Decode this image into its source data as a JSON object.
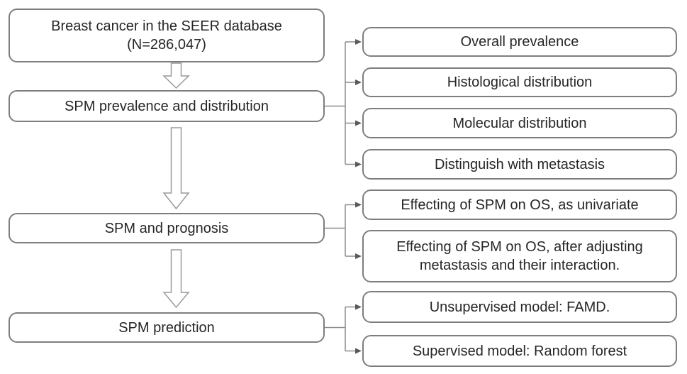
{
  "figure": {
    "title": "Study design flowchart: second primary malignancy (SPM) in breast cancer",
    "colors": {
      "background": "#ffffff",
      "box_fill": "#ffffff",
      "box_border": "#7e7e7e",
      "text": "#262626",
      "connector_line": "#8c8c8c",
      "connector_arrowhead": "#595959",
      "flow_arrow_fill": "#ffffff",
      "flow_arrow_outline": "#9a9a9a"
    },
    "main_flow": [
      {
        "label": "Breast cancer in the SEER database\n(N=286,047)"
      },
      {
        "label": "SPM prevalence and distribution"
      },
      {
        "label": "SPM and prognosis"
      },
      {
        "label": "SPM prediction"
      }
    ],
    "prevalence_outcomes": [
      "Overall prevalence",
      "Histological distribution",
      "Molecular distribution",
      "Distinguish with metastasis"
    ],
    "prognosis_outcomes": [
      "Effecting of SPM on OS, as univariate",
      "Effecting of SPM on OS, after adjusting metastasis and their interaction."
    ],
    "prediction_outcomes": [
      "Unsupervised model: FAMD.",
      "Supervised model: Random forest"
    ],
    "edges": [
      {
        "from": "Breast cancer in the SEER database (N=286,047)",
        "to": "SPM prevalence and distribution",
        "style": "hollow-down-arrow"
      },
      {
        "from": "SPM prevalence and distribution",
        "to": "SPM and prognosis",
        "style": "hollow-down-arrow"
      },
      {
        "from": "SPM and prognosis",
        "to": "SPM prediction",
        "style": "hollow-down-arrow"
      },
      {
        "from": "SPM prevalence and distribution",
        "to": "Overall prevalence; Histological distribution; Molecular distribution; Distinguish with metastasis",
        "style": "bracket-arrows"
      },
      {
        "from": "SPM and prognosis",
        "to": "Effecting of SPM on OS, as univariate; Effecting of SPM on OS, after adjusting metastasis and their interaction.",
        "style": "bracket-arrows"
      },
      {
        "from": "SPM prediction",
        "to": "Unsupervised model: FAMD.; Supervised model: Random forest",
        "style": "bracket-arrows"
      }
    ]
  }
}
